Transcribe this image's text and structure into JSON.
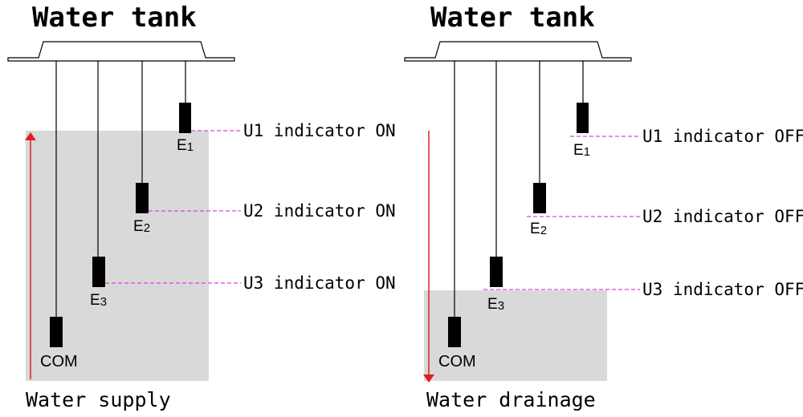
{
  "colors": {
    "water": "#d9d9d9",
    "arrow": "#e02020",
    "indicator_line": "#e040e0",
    "probe": "#000000"
  },
  "left": {
    "title": "Water tank",
    "caption": "Water supply",
    "probes": {
      "e1": {
        "letter": "E",
        "sub": "1"
      },
      "e2": {
        "letter": "E",
        "sub": "2"
      },
      "e3": {
        "letter": "E",
        "sub": "3"
      },
      "com": "COM"
    },
    "indicators": [
      "U1 indicator ON",
      "U2 indicator ON",
      "U3 indicator ON"
    ],
    "arrow_direction": "up"
  },
  "right": {
    "title": "Water tank",
    "caption": "Water drainage",
    "probes": {
      "e1": {
        "letter": "E",
        "sub": "1"
      },
      "e2": {
        "letter": "E",
        "sub": "2"
      },
      "e3": {
        "letter": "E",
        "sub": "3"
      },
      "com": "COM"
    },
    "indicators": [
      "U1 indicator OFF",
      "U2 indicator OFF",
      "U3 indicator OFF"
    ],
    "arrow_direction": "down"
  }
}
